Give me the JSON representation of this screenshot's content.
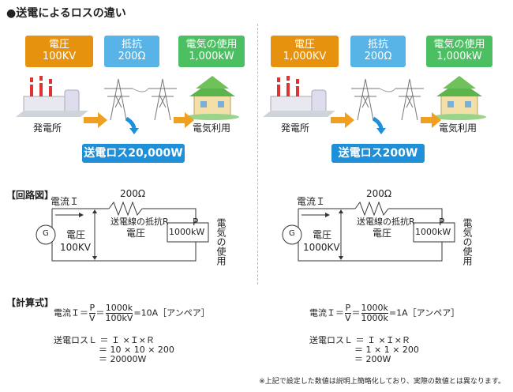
{
  "title": "●送電によるロスの違い",
  "note": "※上記で設定した数値は説明上簡略化しており、実際の数値とは異なります。",
  "colors": {
    "orange": "#e6920f",
    "blue": "#58b4e6",
    "green": "#4bbf61",
    "loss": "#1f8fd8"
  },
  "panels": [
    {
      "voltage_label": "電圧",
      "voltage_value": "100KV",
      "resistance_label": "抵抗",
      "resistance_value": "200Ω",
      "power_label": "電気の使用",
      "power_value": "1,000kW",
      "plant": "発電所",
      "use": "電気利用",
      "loss": "送電ロス20,000W",
      "circuit": {
        "current": "電流Ｉ",
        "res_value": "200Ω",
        "res_name": "送電線の抵抗R",
        "voltage": "電圧",
        "voltage_value": "100KV",
        "p": "P",
        "load": "1000kW",
        "usage": "電気の使用",
        "g": "G"
      },
      "f1_prefix": "電流Ｉ＝",
      "f1_p": "P",
      "f1_v": "V",
      "f1_num": "1000k",
      "f1_den": "100kV",
      "f1_result": "=10A［アンペア］",
      "f2_line1": "送電ロスＬ ＝ Ｉ ×Ｉ×Ｒ",
      "f2_line2": "＝ 10 × 10 × 200",
      "f2_line3": "＝ 20000W"
    },
    {
      "voltage_label": "電圧",
      "voltage_value": "1,000KV",
      "resistance_label": "抵抗",
      "resistance_value": "200Ω",
      "power_label": "電気の使用",
      "power_value": "1,000kW",
      "plant": "発電所",
      "use": "電気利用",
      "loss": "送電ロス200W",
      "circuit": {
        "current": "電流Ｉ",
        "res_value": "200Ω",
        "res_name": "送電線の抵抗R",
        "voltage": "電圧",
        "voltage_value": "1000KV",
        "p": "P",
        "load": "1000kW",
        "usage": "電気の使用",
        "g": "G"
      },
      "f1_prefix": "電流Ｉ＝",
      "f1_p": "P",
      "f1_v": "V",
      "f1_num": "1000k",
      "f1_den": "1000k",
      "f1_result": "=1A［アンペア］",
      "f2_line1": "送電ロスＬ ＝ Ｉ ×Ｉ×Ｒ",
      "f2_line2": "＝ 1 × 1 × 200",
      "f2_line3": "＝ 200W"
    }
  ],
  "sections": {
    "circuit": "【回路図】",
    "calc": "【計算式】"
  }
}
